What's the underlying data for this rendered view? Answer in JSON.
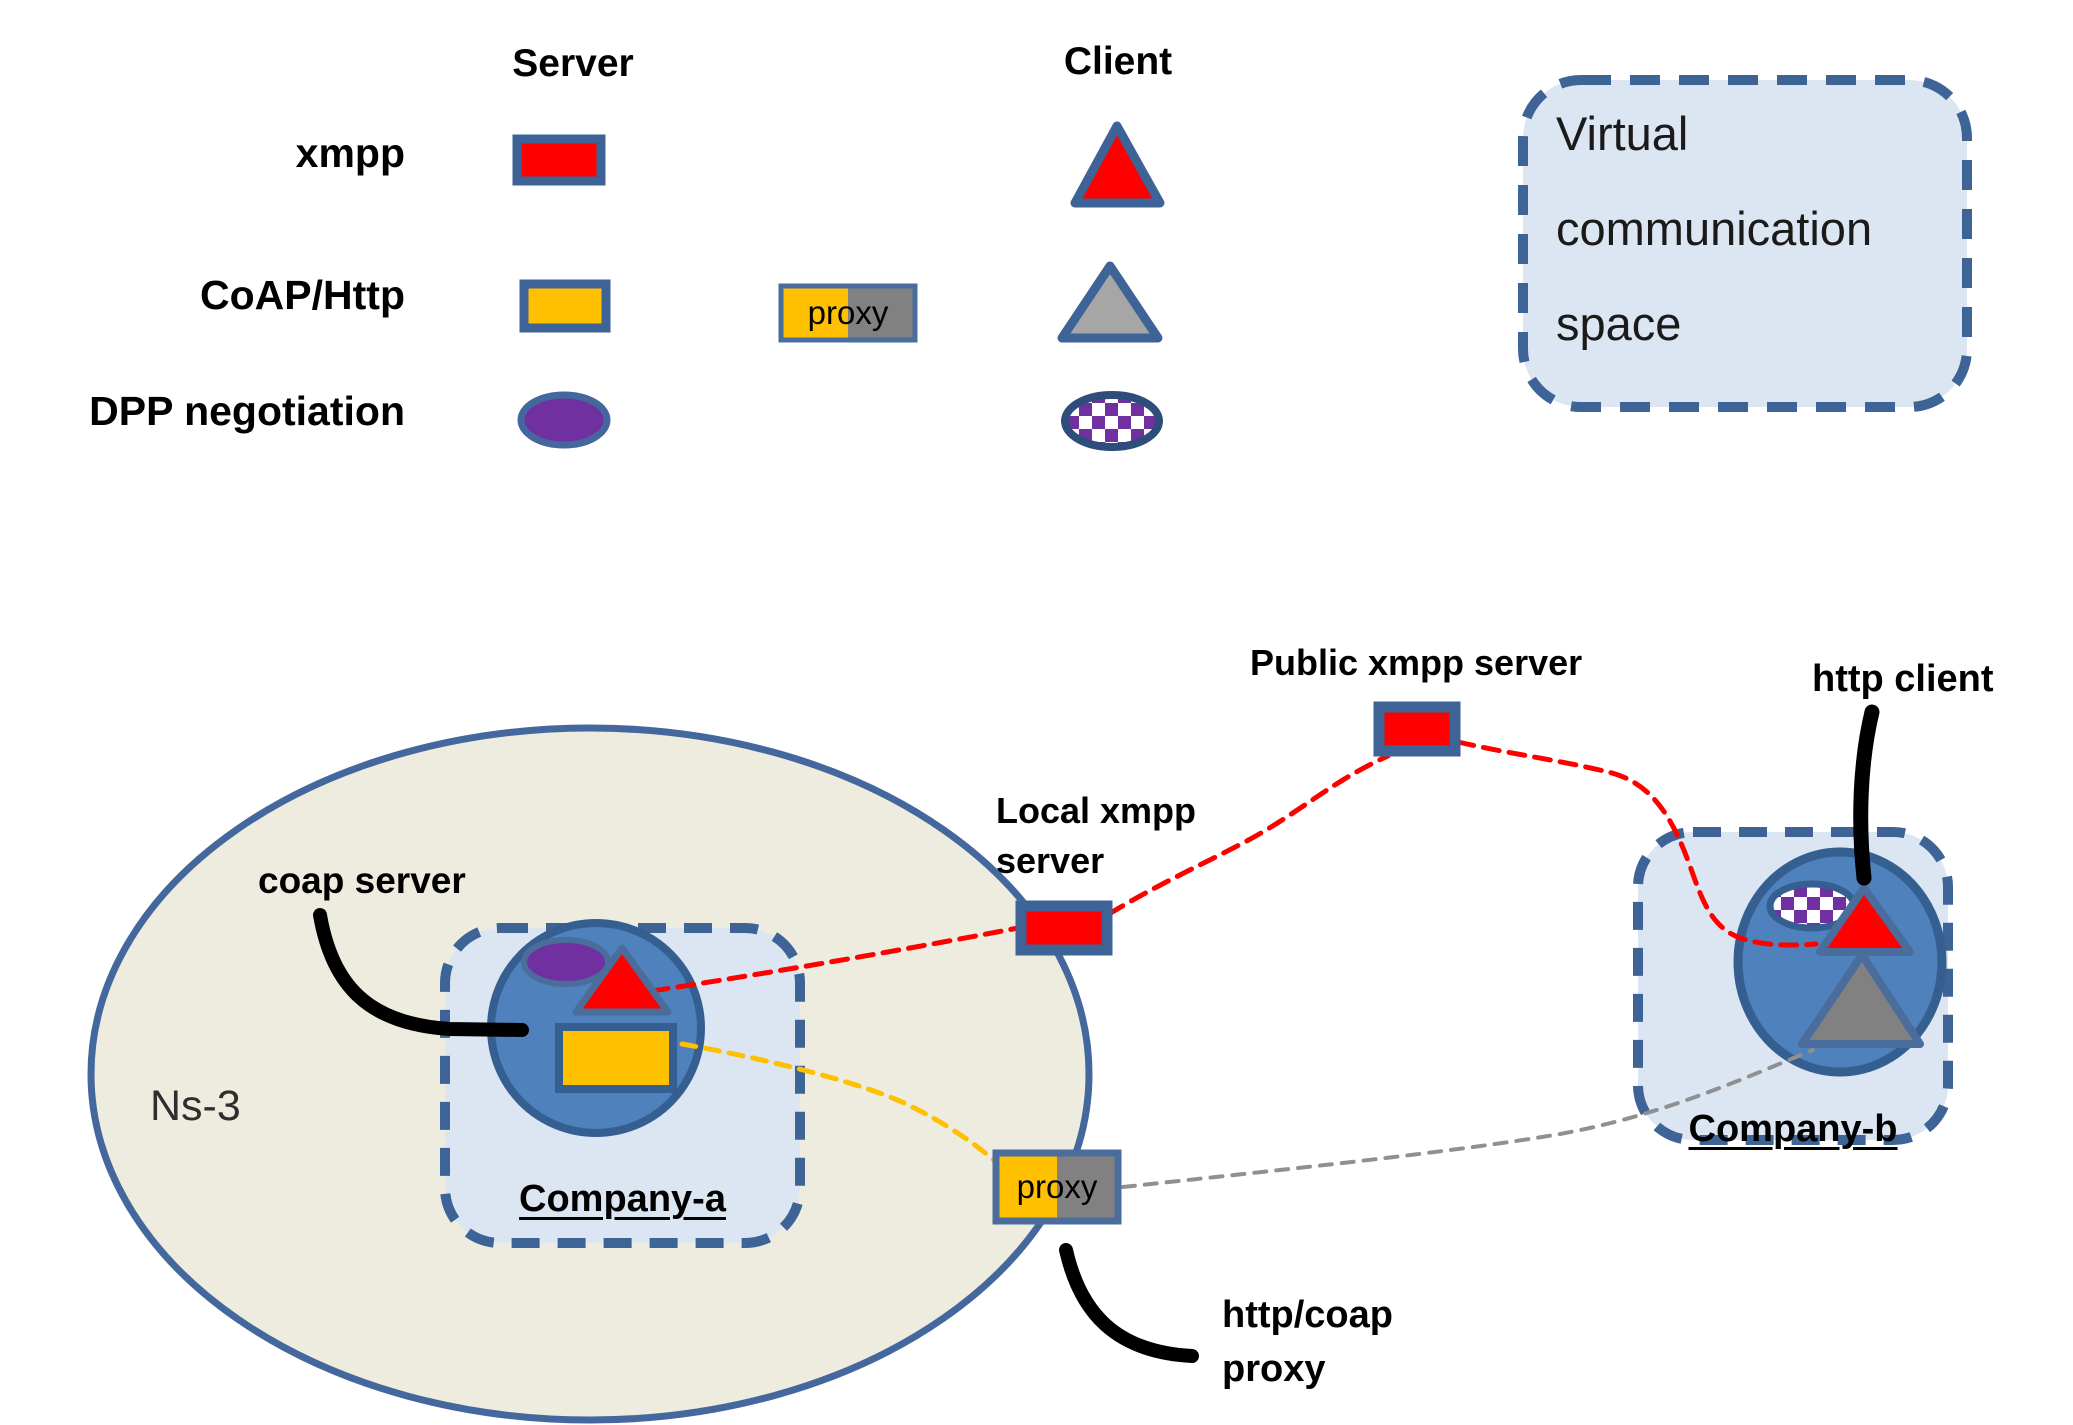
{
  "legend": {
    "server_header": "Server",
    "client_header": "Client",
    "rows": [
      {
        "label": "xmpp"
      },
      {
        "label": "CoAP/Http"
      },
      {
        "label": "DPP negotiation"
      }
    ],
    "proxy_label": "proxy"
  },
  "virtual_space": {
    "lines": [
      "Virtual",
      "communication",
      "space"
    ]
  },
  "diagram": {
    "ns3_label": "Ns-3",
    "coap_server_label": "coap server",
    "company_a_label": "Company-a",
    "local_xmpp_label_lines": [
      "Local xmpp",
      "server"
    ],
    "public_xmpp_label": "Public xmpp server",
    "proxy_node_label": "proxy",
    "http_coap_proxy_label_lines": [
      "http/coap",
      "proxy"
    ],
    "http_client_label": "http client",
    "company_b_label": "Company-b"
  },
  "colors": {
    "outline_blue": "#3d6397",
    "dark_outline_blue": "#365f91",
    "node_blue": "#4f81bd",
    "panel_blue": "#dce6f2",
    "beige": "#edecdf",
    "red": "#ff0000",
    "yellow": "#ffc000",
    "purple": "#7030a0",
    "gray": "#818181",
    "light_gray": "#a6a6a6",
    "dash_gray": "#909090"
  }
}
